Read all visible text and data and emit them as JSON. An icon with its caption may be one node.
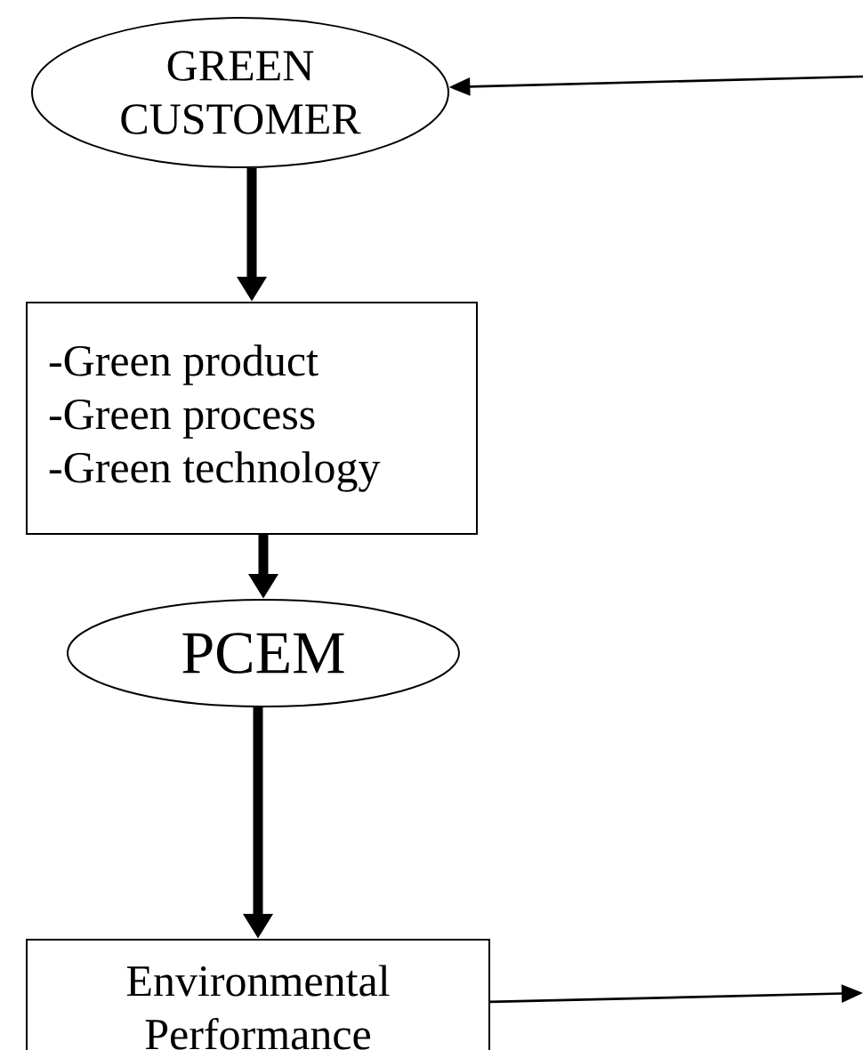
{
  "diagram": {
    "nodes": [
      {
        "text": [
          "GREEN CUSTOMER"
        ]
      },
      {
        "text": [
          "-Green product",
          "-Green process",
          "-Green technology"
        ]
      },
      {
        "text": [
          "PCEM"
        ]
      },
      {
        "text": [
          "Environmental Performance"
        ]
      }
    ],
    "edges": [
      {
        "from": 0,
        "to": 1,
        "arrow": "to"
      },
      {
        "from": 1,
        "to": 2,
        "arrow": "to"
      },
      {
        "from": 2,
        "to": 3,
        "arrow": "to"
      },
      {
        "from": null,
        "to": 0,
        "arrow": "to"
      },
      {
        "from": 3,
        "to": null,
        "arrow": "to"
      }
    ]
  }
}
